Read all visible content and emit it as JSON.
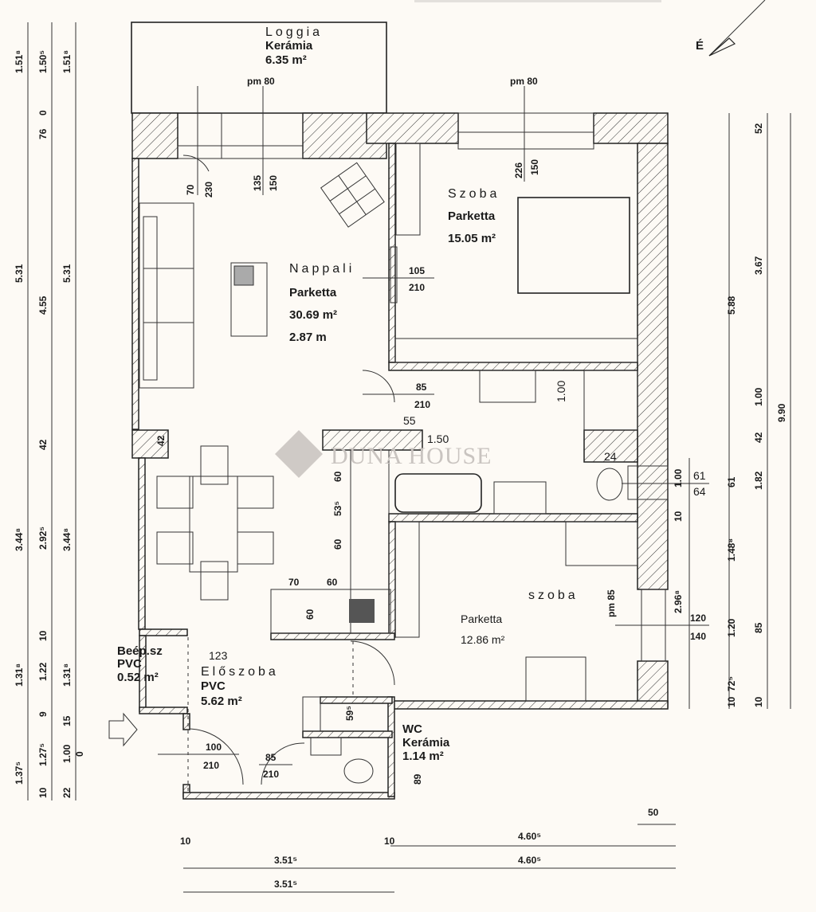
{
  "plan": {
    "north_label": "É",
    "watermark": "DUNA HOUSE",
    "rooms": [
      {
        "name": "Loggia",
        "floor": "Kerámia",
        "area": "6.35 m²"
      },
      {
        "name": "Nappali",
        "floor": "Parketta",
        "area": "30.69 m²",
        "height": "2.87 m"
      },
      {
        "name": "Szoba",
        "floor": "Parketta",
        "area": "15.05 m²"
      },
      {
        "name": "szoba",
        "floor": "Parketta",
        "area": "12.86 m²"
      },
      {
        "name": "Előszoba",
        "floor": "PVC",
        "area": "5.62 m²"
      },
      {
        "name": "Beép.sz",
        "floor": "PVC",
        "area": "0.52 m²"
      },
      {
        "name": "WC",
        "floor": "Kerámia",
        "area": "1.14 m²"
      }
    ],
    "openings": {
      "pm80_a": "pm 80",
      "pm80_b": "pm 80",
      "pm85": "pm 85",
      "w1_a": "70",
      "w1_b": "230",
      "w2_a": "135",
      "w2_b": "150",
      "w3_a": "226",
      "w3_b": "150",
      "d1_a": "105",
      "d1_b": "210",
      "d2_a": "85",
      "d2_b": "210",
      "d3_a": "100",
      "d3_b": "210",
      "d4_a": "85",
      "d4_b": "210",
      "w4_a": "61",
      "w4_b": "64",
      "w5_a": "120",
      "w5_b": "140",
      "d55": "55",
      "d150": "1.50",
      "d24": "24",
      "d100v": "1.00",
      "d100r": "1.00",
      "k60a": "60",
      "k53": "53⁵",
      "k60b": "60",
      "k70": "70",
      "k60c": "60",
      "k60d": "60",
      "wc59": "59⁵",
      "wc89": "89",
      "d296": "2.96⁸",
      "d10r": "10",
      "d122s": "123"
    },
    "dims_left": [
      "1.51⁸",
      "5.31",
      "3.44⁸",
      "1.31⁸",
      "1.37⁵",
      "1.50⁵",
      "0",
      "76",
      "4.55",
      "42",
      "2.92⁵",
      "10",
      "1.22",
      "9",
      "1.27⁵",
      "10",
      "1.51⁸",
      "5.31",
      "3.44⁸",
      "1.31⁸",
      "15",
      "1.00",
      "0",
      "22",
      "42"
    ],
    "dims_right": [
      "5.88",
      "61",
      "1.48⁸",
      "1.20",
      "72⁵",
      "10",
      "52",
      "3.67",
      "1.00",
      "42",
      "1.82",
      "85",
      "10",
      "9.90"
    ],
    "dims_bottom": [
      "10",
      "10",
      "4.60⁵",
      "50",
      "3.51⁵",
      "4.60⁵",
      "3.51⁵"
    ]
  }
}
